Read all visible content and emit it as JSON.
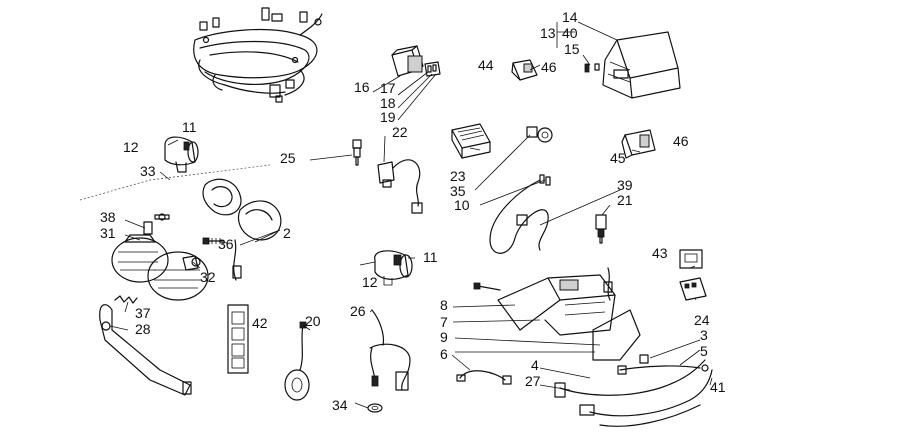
{
  "callouts": [
    {
      "id": "c14",
      "text": "14"
    },
    {
      "id": "c13",
      "text": "13"
    },
    {
      "id": "c40",
      "text": "40"
    },
    {
      "id": "c15",
      "text": "15"
    },
    {
      "id": "c44",
      "text": "44"
    },
    {
      "id": "c46a",
      "text": "46"
    },
    {
      "id": "c16",
      "text": "16"
    },
    {
      "id": "c17",
      "text": "17"
    },
    {
      "id": "c18",
      "text": "18"
    },
    {
      "id": "c19",
      "text": "19"
    },
    {
      "id": "c22",
      "text": "22"
    },
    {
      "id": "c11a",
      "text": "11"
    },
    {
      "id": "c12a",
      "text": "12"
    },
    {
      "id": "c25",
      "text": "25"
    },
    {
      "id": "c33",
      "text": "33"
    },
    {
      "id": "c23",
      "text": "23"
    },
    {
      "id": "c35",
      "text": "35"
    },
    {
      "id": "c10",
      "text": "10"
    },
    {
      "id": "c46b",
      "text": "46"
    },
    {
      "id": "c45",
      "text": "45"
    },
    {
      "id": "c39",
      "text": "39"
    },
    {
      "id": "c21",
      "text": "21"
    },
    {
      "id": "c38",
      "text": "38"
    },
    {
      "id": "c31",
      "text": "31"
    },
    {
      "id": "c36",
      "text": "36"
    },
    {
      "id": "c2",
      "text": "2"
    },
    {
      "id": "c32",
      "text": "32"
    },
    {
      "id": "c11b",
      "text": "11"
    },
    {
      "id": "c12b",
      "text": "12"
    },
    {
      "id": "c43",
      "text": "43"
    },
    {
      "id": "c37",
      "text": "37"
    },
    {
      "id": "c28",
      "text": "28"
    },
    {
      "id": "c42",
      "text": "42"
    },
    {
      "id": "c20",
      "text": "20"
    },
    {
      "id": "c26",
      "text": "26"
    },
    {
      "id": "c8",
      "text": "8"
    },
    {
      "id": "c7",
      "text": "7"
    },
    {
      "id": "c9",
      "text": "9"
    },
    {
      "id": "c6",
      "text": "6"
    },
    {
      "id": "c24",
      "text": "24"
    },
    {
      "id": "c3",
      "text": "3"
    },
    {
      "id": "c5",
      "text": "5"
    },
    {
      "id": "c4",
      "text": "4"
    },
    {
      "id": "c27",
      "text": "27"
    },
    {
      "id": "c41",
      "text": "41"
    },
    {
      "id": "c34",
      "text": "34"
    }
  ]
}
